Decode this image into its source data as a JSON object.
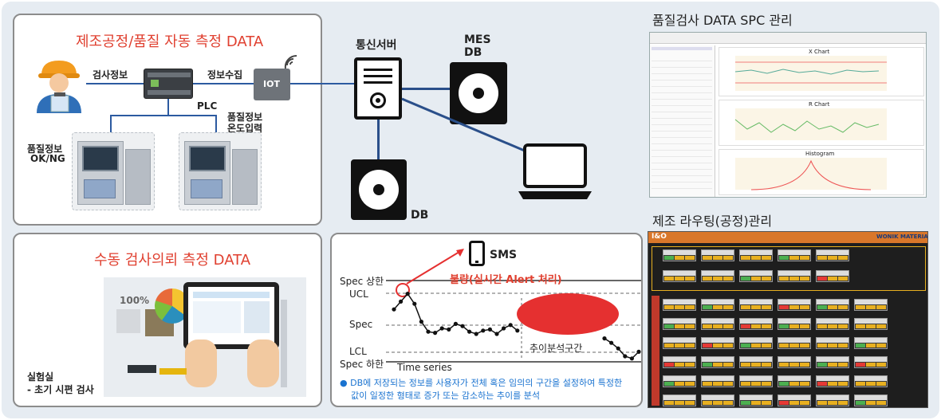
{
  "auto": {
    "title": "제조공정/품질 자동 측정 DATA",
    "inspection_info": "검사정보",
    "info_collect": "정보수집",
    "plc": "PLC",
    "iot": "IOT",
    "quality_temp_1": "품질정보",
    "quality_temp_2": "온도입력",
    "quality_okng_1": "품질정보",
    "quality_okng_2": "OK/NG"
  },
  "comm": {
    "server": "통신서버",
    "mes_1": "MES",
    "mes_2": "DB",
    "db": "DB"
  },
  "manual": {
    "title": "수동 검사의뢰 측정 DATA",
    "pct": "100%",
    "lab_1": "실험실",
    "lab_2": "- 초기 시편 검사"
  },
  "trend": {
    "sms": "SMS",
    "alert": "불량(실시간 Alert 처리)",
    "spec_high": "Spec 상한",
    "ucl": "UCL",
    "spec": "Spec",
    "lcl": "LCL",
    "spec_low": "Spec 하한",
    "time_series": "Time series",
    "trend_section": "추이분석구간",
    "note_1": "● DB에 저장되는 정보를 사용자가 전체 혹은 임의의 구간을 설정하여 특정한",
    "note_2": "값이 일정한 형태로 증가 또는 감소하는 추이를 분석"
  },
  "spc": {
    "title": "품질검사 DATA SPC 관리",
    "xchart": "X Chart",
    "rchart": "R Chart",
    "hist": "Histogram"
  },
  "routing": {
    "title": "제조 라우팅(공정)관리",
    "brand": "WONIK MATERIALS",
    "app": "I&O"
  },
  "colors": {
    "red": "#e04030",
    "blue_line": "#2c5aa0",
    "alert_ellipse": "#e53030"
  },
  "chart_data": {
    "type": "line",
    "title": "",
    "xlabel": "Time series",
    "ylabel": "",
    "series": [
      {
        "values": [
          5.2,
          5.9,
          6.6,
          5.7,
          4.1,
          3.2,
          3.1,
          3.5,
          3.4,
          3.9,
          3.7,
          3.2,
          3.0,
          3.3,
          3.4,
          3.0,
          3.5,
          3.8,
          3.3
        ]
      },
      {
        "values": [
          2.6,
          2.2,
          1.7,
          1.0,
          0.8,
          1.4
        ]
      }
    ]
  }
}
